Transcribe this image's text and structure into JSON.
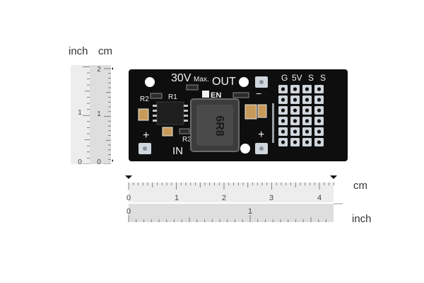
{
  "vertical_ruler": {
    "inch_label": "inch",
    "cm_label": "cm",
    "inch_ticks": [
      "0",
      "1"
    ],
    "cm_ticks": [
      "0",
      "1",
      "2"
    ]
  },
  "horizontal_ruler": {
    "cm_label": "cm",
    "inch_label": "inch",
    "cm_ticks": [
      "0",
      "1",
      "2",
      "3",
      "4"
    ],
    "inch_ticks": [
      "0",
      "1"
    ]
  },
  "board": {
    "voltage_label": "30V",
    "max_label": "Max.",
    "out_label": "OUT",
    "in_label": "IN",
    "en_label": "EN",
    "r1_label": "R1",
    "r2_label": "R2",
    "r3_label": "R3",
    "plus_left": "+",
    "plus_right": "+",
    "minus_label": "−",
    "header_g": "G",
    "header_5v": "5V",
    "header_s1": "S",
    "header_s2": "S",
    "inductor_label": "6R8"
  },
  "colors": {
    "pcb": "#0e0e0e",
    "silkscreen": "#f2f2f2",
    "pad": "#cfd6dc",
    "ruler_light": "#ededed",
    "ruler_dark": "#dedede"
  }
}
